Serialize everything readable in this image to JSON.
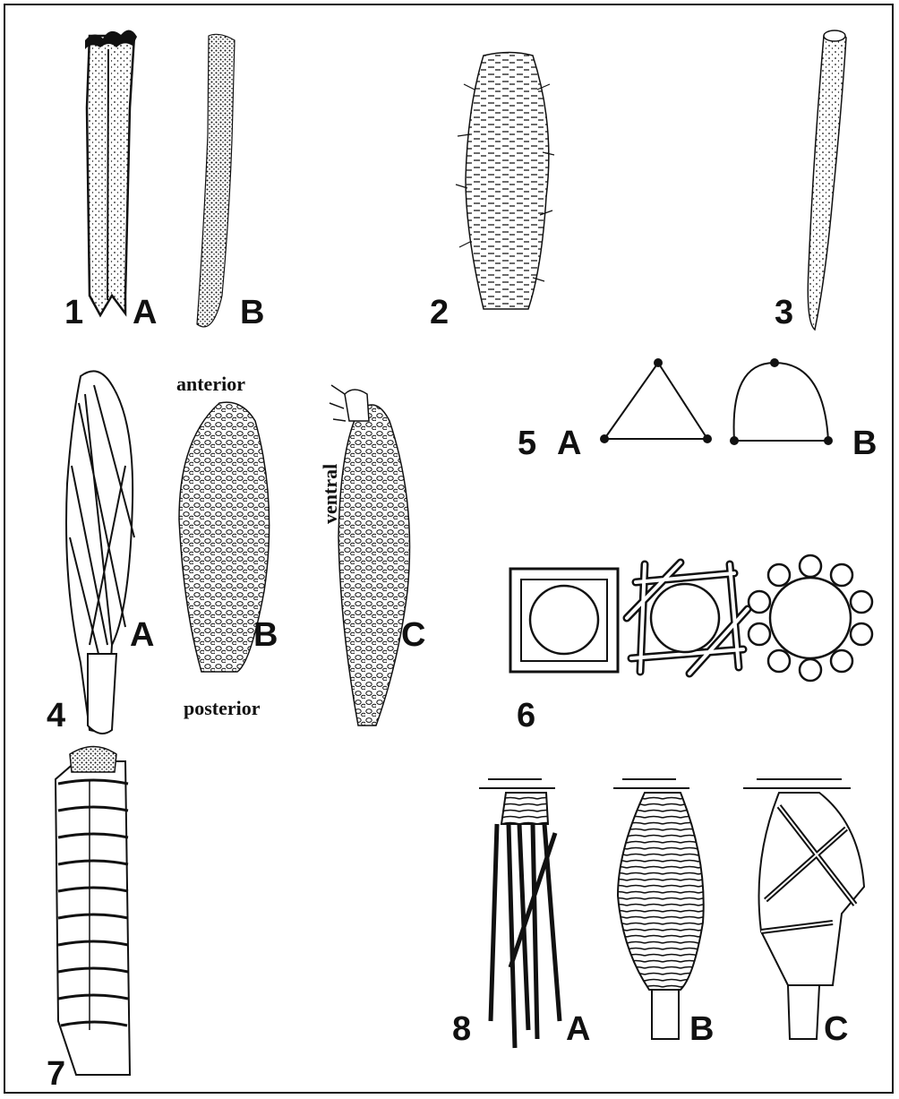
{
  "figure": {
    "ink_color": "#111111",
    "background": "#ffffff",
    "labels": {
      "fig1_num": "1",
      "fig1_a": "A",
      "fig1_b": "B",
      "fig2_num": "2",
      "fig3_num": "3",
      "fig4_num": "4",
      "fig4_a": "A",
      "fig4_b": "B",
      "fig4_c": "C",
      "fig4_anterior": "anterior",
      "fig4_posterior": "posterior",
      "fig4_ventral": "ventral",
      "fig5_num": "5",
      "fig5_a": "A",
      "fig5_b": "B",
      "fig6_num": "6",
      "fig7_num": "7",
      "fig8_num": "8",
      "fig8_a": "A",
      "fig8_b": "B",
      "fig8_c": "C"
    }
  }
}
